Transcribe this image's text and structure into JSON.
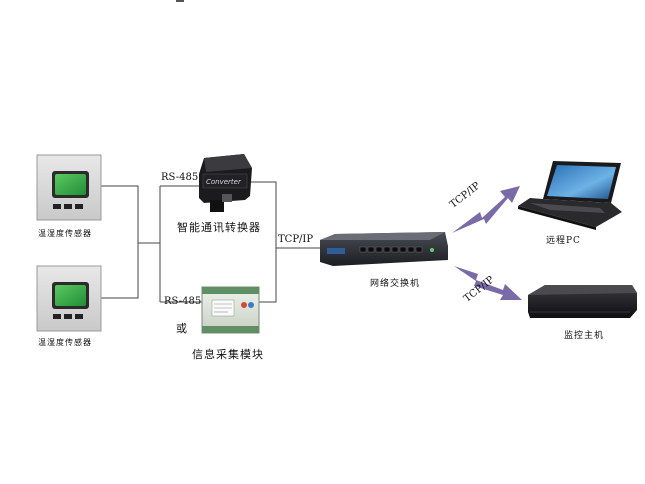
{
  "sensor_top": {
    "label": "温湿度传感器"
  },
  "sensor_bottom": {
    "label": "温湿度传感器"
  },
  "converter": {
    "label": "智能通讯转换器",
    "protocol": "RS-485",
    "device_text": "Converter"
  },
  "collector": {
    "label": "信息采集模块",
    "protocol": "RS-485"
  },
  "or_label": "或",
  "switch": {
    "label": "网络交换机",
    "protocol": "TCP/IP"
  },
  "remote_pc": {
    "label": "远程PC",
    "protocol": "TCP/IP"
  },
  "monitor_host": {
    "label": "监控主机",
    "protocol": "TCP/IP"
  },
  "colors": {
    "line": "#444444",
    "lightning": "#7a6aa8",
    "sensor_screen": "#2fa84a"
  }
}
